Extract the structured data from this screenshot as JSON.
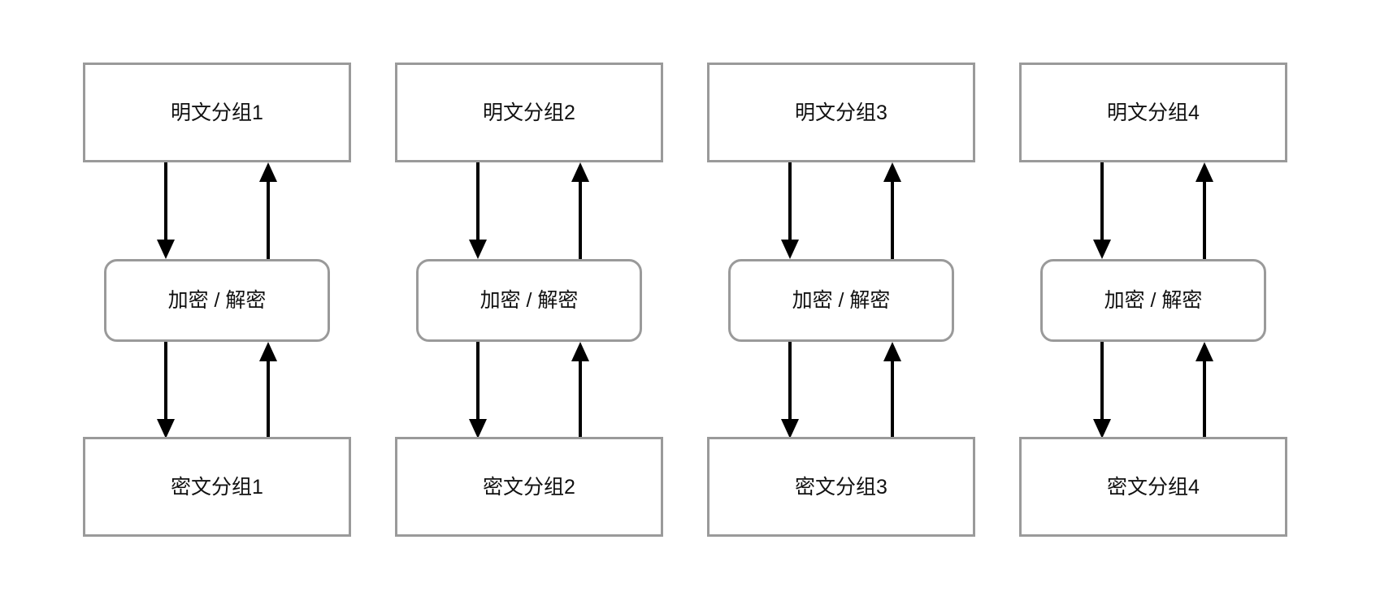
{
  "diagram": {
    "columns": [
      {
        "plaintext_label": "明文分组1",
        "process_label": "加密 / 解密",
        "ciphertext_label": "密文分组1"
      },
      {
        "plaintext_label": "明文分组2",
        "process_label": "加密 / 解密",
        "ciphertext_label": "密文分组2"
      },
      {
        "plaintext_label": "明文分组3",
        "process_label": "加密 / 解密",
        "ciphertext_label": "密文分组3"
      },
      {
        "plaintext_label": "明文分组4",
        "process_label": "加密 / 解密",
        "ciphertext_label": "密文分组4"
      }
    ],
    "colors": {
      "background": "#ffffff",
      "box_border": "#9a9a9a",
      "box_fill": "#ffffff",
      "arrow": "#000000",
      "text": "#111111"
    }
  }
}
